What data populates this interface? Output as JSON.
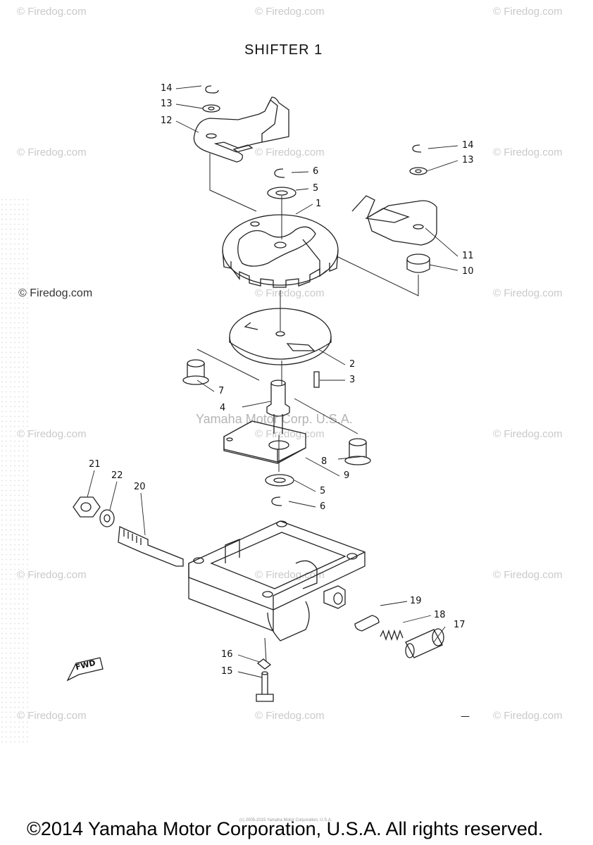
{
  "title": "SHIFTER 1",
  "watermark": "© Firedog.com",
  "watermark_prominent": "© Firedog.com",
  "corp_watermark": "Yamaha Motor Corp. U.S.A.",
  "fwd_label": "FWD",
  "tiny_text": "(c) 2005-2015 Yamaha Motor Corporation, U.S.A.",
  "footer": "©2014 Yamaha Motor Corporation, U.S.A. All rights reserved.",
  "callouts": {
    "c1": "1",
    "c2": "2",
    "c3": "3",
    "c4": "4",
    "c5a": "5",
    "c5b": "5",
    "c6a": "6",
    "c6b": "6",
    "c7": "7",
    "c8": "8",
    "c9": "9",
    "c10": "10",
    "c11": "11",
    "c12": "12",
    "c13a": "13",
    "c13b": "13",
    "c14a": "14",
    "c14b": "14",
    "c15": "15",
    "c16": "16",
    "c17": "17",
    "c18": "18",
    "c19": "19",
    "c20": "20",
    "c21": "21",
    "c22": "22",
    "dash": "—"
  }
}
